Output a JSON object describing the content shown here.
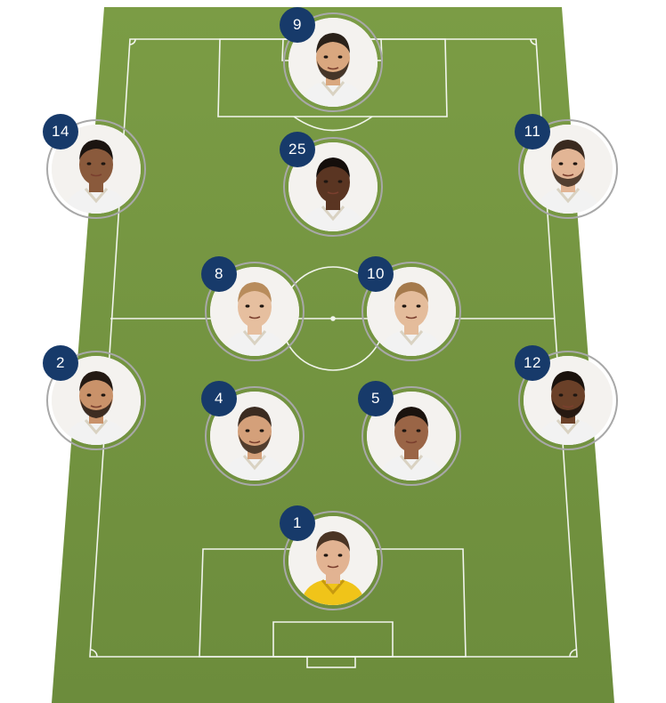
{
  "formation": {
    "players": [
      {
        "number": "9",
        "skin": "#d9a77f",
        "hair": "#2a2119",
        "kit": "white",
        "beard": true
      },
      {
        "number": "14",
        "skin": "#8a5a3c",
        "hair": "#1b1410",
        "kit": "white",
        "beard": false
      },
      {
        "number": "25",
        "skin": "#5a3522",
        "hair": "#140e0b",
        "kit": "white",
        "beard": false
      },
      {
        "number": "11",
        "skin": "#e2b595",
        "hair": "#3a2a1f",
        "kit": "white",
        "beard": true
      },
      {
        "number": "8",
        "skin": "#e6bf9f",
        "hair": "#b88c5c",
        "kit": "white",
        "beard": false
      },
      {
        "number": "10",
        "skin": "#e4bc9b",
        "hair": "#a57a4c",
        "kit": "white",
        "beard": false
      },
      {
        "number": "2",
        "skin": "#c9926a",
        "hair": "#241a14",
        "kit": "white",
        "beard": true
      },
      {
        "number": "12",
        "skin": "#6a4028",
        "hair": "#1a120d",
        "kit": "white",
        "beard": true
      },
      {
        "number": "4",
        "skin": "#d4a07a",
        "hair": "#3b2b20",
        "kit": "white",
        "beard": true
      },
      {
        "number": "5",
        "skin": "#9a6546",
        "hair": "#1b130e",
        "kit": "white",
        "beard": false
      },
      {
        "number": "1",
        "skin": "#e2b392",
        "hair": "#4a3424",
        "kit": "yellow",
        "beard": false
      }
    ]
  },
  "colors": {
    "pitch_dark": "#6e8e3e",
    "pitch_light": "#7e9f48",
    "line": "#ffffff",
    "badge": "#173a6a",
    "kit_white": "#f2f2f2",
    "kit_yellow": "#f0c419"
  }
}
